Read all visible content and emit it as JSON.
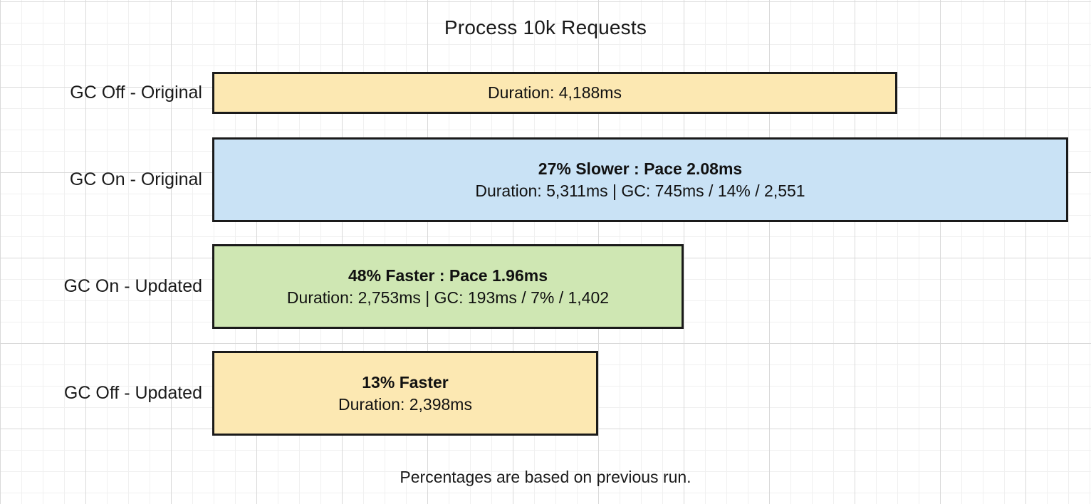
{
  "chart_data": {
    "type": "bar",
    "orientation": "horizontal",
    "title": "Process 10k Requests",
    "footnote": "Percentages are based on previous run.",
    "xlabel": "",
    "ylabel": "",
    "grid": true,
    "legend": "none",
    "xlim": [
      0,
      5311
    ],
    "categories": [
      "GC Off - Original",
      "GC On - Original",
      "GC On - Updated",
      "GC Off - Updated"
    ],
    "values": [
      4188,
      5311,
      2753,
      2398
    ],
    "value_unit": "ms",
    "colors": [
      "#fce8b2",
      "#c9e2f5",
      "#cfe7b3",
      "#fce8b2"
    ],
    "bar_edge_color": "#1a1a1a",
    "bars": [
      {
        "category": "GC Off - Original",
        "value": 4188,
        "color": "#fce8b2",
        "headline": "",
        "detail": "Duration: 4,188ms",
        "duration_ms": 4188,
        "pace_ms": null,
        "gc_ms": null,
        "gc_percent": null,
        "gc_count": null,
        "percent_change": null
      },
      {
        "category": "GC On - Original",
        "value": 5311,
        "color": "#c9e2f5",
        "headline": "27% Slower : Pace 2.08ms",
        "detail": "Duration: 5,311ms | GC: 745ms / 14% / 2,551",
        "duration_ms": 5311,
        "pace_ms": 2.08,
        "gc_ms": 745,
        "gc_percent": 14,
        "gc_count": 2551,
        "percent_change": "27% Slower"
      },
      {
        "category": "GC On - Updated",
        "value": 2753,
        "color": "#cfe7b3",
        "headline": "48% Faster : Pace 1.96ms",
        "detail": "Duration: 2,753ms | GC: 193ms / 7% / 1,402",
        "duration_ms": 2753,
        "pace_ms": 1.96,
        "gc_ms": 193,
        "gc_percent": 7,
        "gc_count": 1402,
        "percent_change": "48% Faster"
      },
      {
        "category": "GC Off - Updated",
        "value": 2398,
        "color": "#fce8b2",
        "headline": "13% Faster",
        "detail": "Duration: 2,398ms",
        "duration_ms": 2398,
        "pace_ms": null,
        "gc_ms": null,
        "gc_percent": null,
        "gc_count": null,
        "percent_change": "13% Faster"
      }
    ]
  }
}
